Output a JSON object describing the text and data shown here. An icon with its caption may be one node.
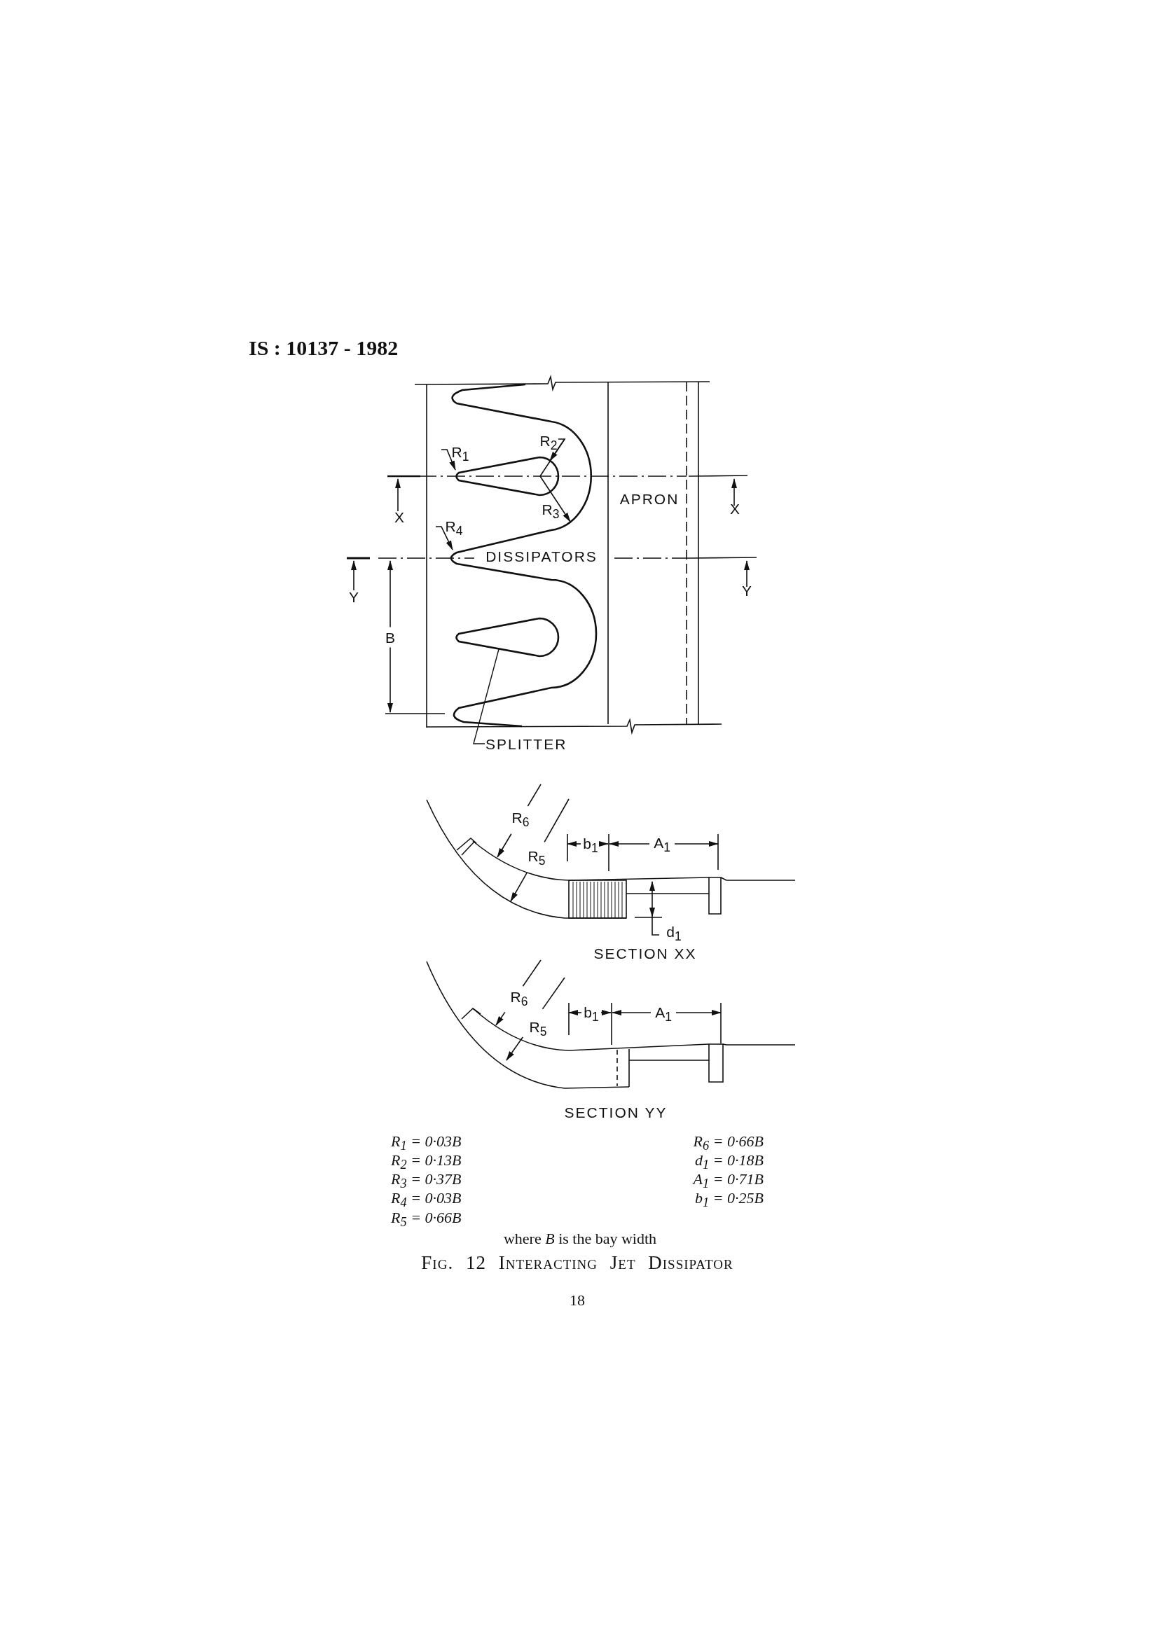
{
  "diagram": {
    "caption": "Fig. 12 Interacting Jet Dissipator",
    "nodes": [
      {
        "text": [],
        "shape": "teardrop"
      },
      {
        "text": [
          "SPLITTER"
        ]
      }
    ],
    "edges": [
      {
        "from": 1,
        "to": 0,
        "arrow": "none"
      }
    ],
    "labels": [
      "IS : 10137 - 1982",
      "R$_{2}$",
      "R$_{1}$",
      "X",
      "APRON",
      "X",
      "R$_{3}$",
      "R$_{4}$",
      "DISSIPATORS",
      "Y",
      "Y",
      "B",
      "R$_{6}$",
      "b$_{1}$",
      "A$_{1}$",
      "R$_{5}$",
      "d$_{1}$",
      "SECTION XX",
      "R$_{6}$",
      "b$_{1}$",
      "A$_{1}$",
      "R$_{5}$",
      "SECTION YY",
      "R$_{1}$ = 0·03B",
      "R$_{6}$ = 0·66B",
      "R$_{2}$ = 0·13B",
      "d$_{1}$ = 0·18B",
      "R$_{3}$ = 0·37B",
      "A$_{1}$ = 0·71B",
      "R$_{4}$ = 0·03B",
      "b$_{1}$ = 0·25B",
      "R$_{5}$ = 0·66B",
      "where *B* is the bay width",
      "18"
    ]
  }
}
